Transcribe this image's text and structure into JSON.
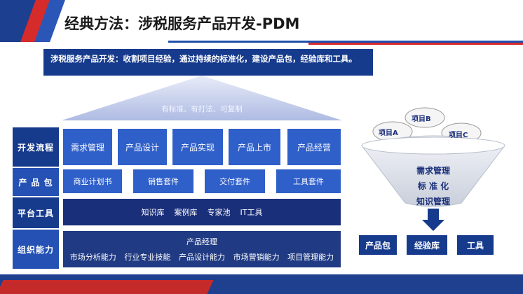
{
  "title": "经典方法：涉税服务产品开发-PDM",
  "subtitle": "涉税服务产品开发：收割项目经验，通过持续的标准化，建设产品包，经验库和工具。",
  "roof_text": "有标准、有打法、可复制",
  "rows": {
    "process": {
      "label": "开发流程",
      "items": [
        "需求管理",
        "产品设计",
        "产品实现",
        "产品上市",
        "产品经营"
      ]
    },
    "package": {
      "label": "产 品 包",
      "items": [
        "商业计划书",
        "销售套件",
        "交付套件",
        "工具套件"
      ]
    },
    "platform": {
      "label": "平台工具",
      "items": [
        "知识库",
        "案例库",
        "专家池",
        "IT工具"
      ]
    },
    "org": {
      "label": "组织能力",
      "top": "产品经理",
      "items": [
        "市场分析能力",
        "行业专业技能",
        "产品设计能力",
        "市场营销能力",
        "项目管理能力"
      ]
    }
  },
  "funnel": {
    "projects": [
      "项目A",
      "项目B",
      "项目C"
    ],
    "stages": [
      "需求管理",
      "标 准 化",
      "知识管理"
    ],
    "outputs": [
      "产品包",
      "经验库",
      "工具"
    ]
  },
  "colors": {
    "primary": "#163a8c",
    "accent": "#d62b2b",
    "box": "#2f5fc9"
  }
}
